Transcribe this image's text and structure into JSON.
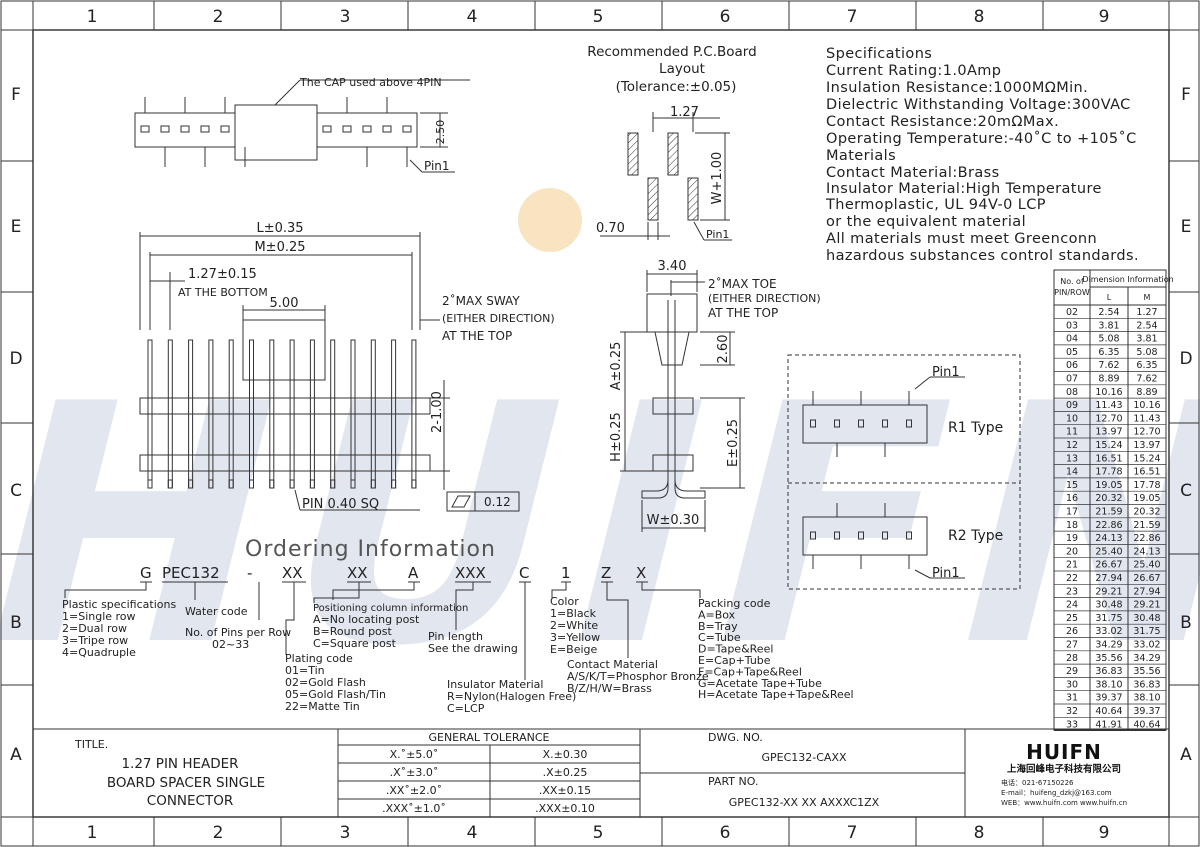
{
  "frame": {
    "columns": [
      "1",
      "2",
      "3",
      "4",
      "5",
      "6",
      "7",
      "8",
      "9"
    ],
    "rows": [
      "F",
      "E",
      "D",
      "C",
      "B",
      "A"
    ]
  },
  "top_view": {
    "cap_note": "The CAP used above 4PIN",
    "height_dim": "2.50",
    "pin1": "Pin1"
  },
  "pcb_layout": {
    "title_line1": "Recommended P.C.Board",
    "title_line2": "Layout",
    "tolerance": "(Tolerance:±0.05)",
    "pitch": "1.27",
    "hole_width": "0.70",
    "row_dim": "W+1.00",
    "pin1": "Pin1"
  },
  "specifications": [
    "Specifications",
    "Current Rating:1.0Amp",
    "Insulation  Resistance:1000MΩMin.",
    "Dielectric  Withstanding  Voltage:300VAC",
    "Contact  Resistance:20mΩMax.",
    "Operating  Temperature:-40˚C  to  +105˚C",
    "Materials",
    "Contact  Material:Brass",
    "Insulator  Material:High  Temperature",
    "Thermoplastic,  UL  94V-0  LCP",
    "or  the  equivalent  material",
    "All  materials  must  meet  Greenconn",
    "hazardous  substances  control  standards."
  ],
  "front_view": {
    "dim_l": "L±0.35",
    "dim_m": "M±0.25",
    "dim_pitch": "1.27±0.15",
    "at_bottom": "AT THE BOTTOM",
    "dim_cap": "5.00",
    "sway_1": "2˚MAX SWAY",
    "sway_2": "(EITHER DIRECTION)",
    "sway_3": "AT THE TOP",
    "dim_row": "2-1.00",
    "pin_sq": "PIN 0.40 SQ",
    "flatness": "0.12"
  },
  "side_view": {
    "dim_width": "3.40",
    "toe_1": "2˚MAX TOE",
    "toe_2": "(EITHER DIRECTION)",
    "toe_3": "AT THE TOP",
    "dim_a": "A±0.25",
    "dim_top": "2.60",
    "dim_h": "H±0.25",
    "dim_e": "E±0.25",
    "dim_w": "W±0.30"
  },
  "types": {
    "r1_label": "R1  Type",
    "r2_label": "R2  Type",
    "pin1": "Pin1"
  },
  "dimension_table": {
    "header_no_1": "No. of",
    "header_no_2": "PIN/ROW",
    "header_dim": "Dimension  Information",
    "col_l": "L",
    "col_m": "M",
    "rows": [
      [
        "02",
        "2.54",
        "1.27"
      ],
      [
        "03",
        "3.81",
        "2.54"
      ],
      [
        "04",
        "5.08",
        "3.81"
      ],
      [
        "05",
        "6.35",
        "5.08"
      ],
      [
        "06",
        "7.62",
        "6.35"
      ],
      [
        "07",
        "8.89",
        "7.62"
      ],
      [
        "08",
        "10.16",
        "8.89"
      ],
      [
        "09",
        "11.43",
        "10.16"
      ],
      [
        "10",
        "12.70",
        "11.43"
      ],
      [
        "11",
        "13.97",
        "12.70"
      ],
      [
        "12",
        "15.24",
        "13.97"
      ],
      [
        "13",
        "16.51",
        "15.24"
      ],
      [
        "14",
        "17.78",
        "16.51"
      ],
      [
        "15",
        "19.05",
        "17.78"
      ],
      [
        "16",
        "20.32",
        "19.05"
      ],
      [
        "17",
        "21.59",
        "20.32"
      ],
      [
        "18",
        "22.86",
        "21.59"
      ],
      [
        "19",
        "24.13",
        "22.86"
      ],
      [
        "20",
        "25.40",
        "24.13"
      ],
      [
        "21",
        "26.67",
        "25.40"
      ],
      [
        "22",
        "27.94",
        "26.67"
      ],
      [
        "23",
        "29.21",
        "27.94"
      ],
      [
        "24",
        "30.48",
        "29.21"
      ],
      [
        "25",
        "31.75",
        "30.48"
      ],
      [
        "26",
        "33.02",
        "31.75"
      ],
      [
        "27",
        "34.29",
        "33.02"
      ],
      [
        "28",
        "35.56",
        "34.29"
      ],
      [
        "29",
        "36.83",
        "35.56"
      ],
      [
        "30",
        "38.10",
        "36.83"
      ],
      [
        "31",
        "39.37",
        "38.10"
      ],
      [
        "32",
        "40.64",
        "39.37"
      ],
      [
        "33",
        "41.91",
        "40.64"
      ]
    ]
  },
  "ordering": {
    "title": "Ordering  Information",
    "code": [
      "G",
      "PEC132",
      "-",
      "XX",
      "XX",
      "A",
      "XXX",
      "C",
      "1",
      "Z",
      "X"
    ],
    "plastic": [
      "Plastic specifications",
      "1=Single row",
      "2=Dual row",
      "3=Tripe row",
      "4=Quadruple"
    ],
    "water": "Water code",
    "pins_per_row": [
      "No. of Pins per Row",
      "02~33"
    ],
    "plating": [
      "Plating code",
      "01=Tin",
      "02=Gold Flash",
      "05=Gold Flash/Tin",
      "22=Matte Tin"
    ],
    "positioning": [
      "Positioning column information",
      "A=No locating post",
      "B=Round post",
      "C=Square post"
    ],
    "pin_length": [
      "Pin length",
      "See the drawing"
    ],
    "insulator": [
      "Insulator Material",
      "R=Nylon(Halogen Free)",
      "C=LCP"
    ],
    "color": [
      "Color",
      "1=Black",
      "2=White",
      "3=Yellow",
      "E=Beige"
    ],
    "contact": [
      "Contact Material",
      "A/S/K/T=Phosphor Bronze",
      "B/Z/H/W=Brass"
    ],
    "packing": [
      "Packing code",
      "A=Box",
      "B=Tray",
      "C=Tube",
      "D=Tape&Reel",
      "E=Cap+Tube",
      "F=Cap+Tape&Reel",
      "G=Acetate Tape+Tube",
      "H=Acetate Tape+Tape&Reel"
    ]
  },
  "title_block": {
    "title_label": "TITLE.",
    "title_lines": [
      "1.27  PIN  HEADER",
      "BOARD  SPACER  SINGLE",
      "CONNECTOR"
    ],
    "tolerance_header": "GENERAL  TOLERANCE",
    "tolerance_rows": [
      [
        "X.˚±5.0˚",
        "X.±0.30"
      ],
      [
        ".X˚±3.0˚",
        ".X±0.25"
      ],
      [
        ".XX˚±2.0˚",
        ".XX±0.15"
      ],
      [
        ".XXX˚±1.0˚",
        ".XXX±0.10"
      ]
    ],
    "dwg_label": "DWG.  NO.",
    "dwg_value": "GPEC132-CAXX",
    "part_label": "PART  NO.",
    "part_value": "GPEC132-XX  XX  AXXXC1ZX",
    "logo": "HUIFN",
    "company": "上海回峰电子科技有限公司",
    "tel": "电话：021-67150226",
    "email": "E-mail：huifeng_dzkj@163.com",
    "web": "WEB：www.huifn.com   www.huifn.cn"
  },
  "watermark": "HUIFN",
  "colors": {
    "watermark": "#d9deea",
    "watermark_dot": "#f6d9a8",
    "line": "#222222"
  }
}
